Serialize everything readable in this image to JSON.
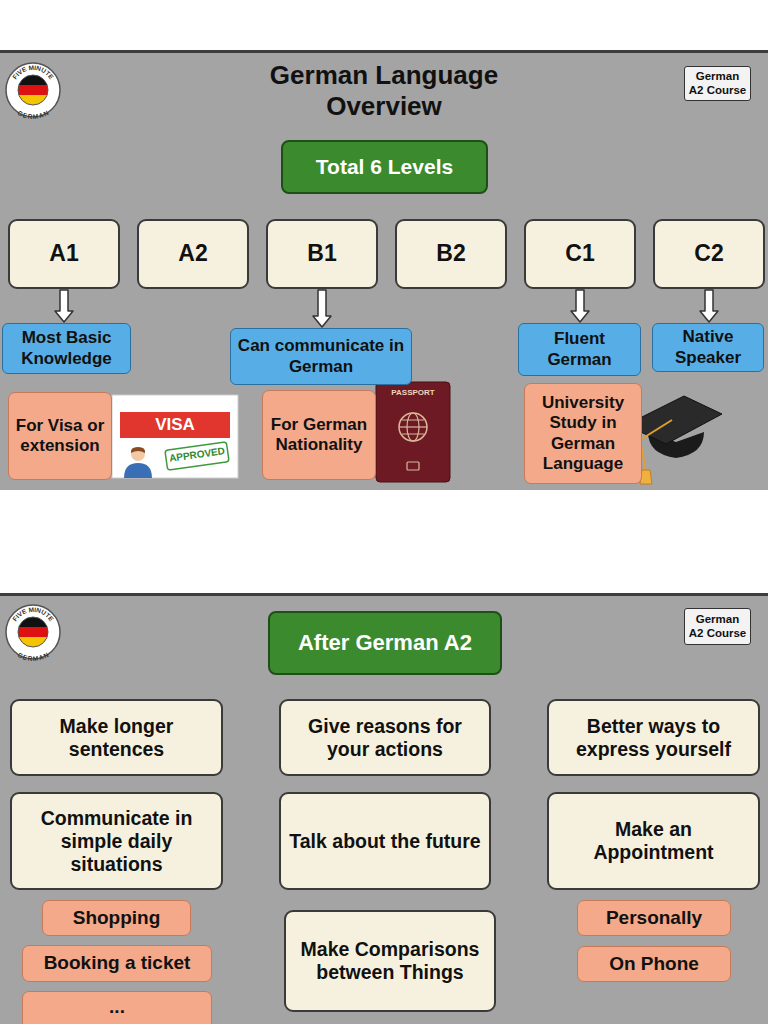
{
  "diagram": {
    "title": "German Language Overview",
    "nodes": [
      {
        "text": [
          "German A2 Course"
        ]
      },
      {
        "text": [
          "Total 6 Levels"
        ]
      },
      {
        "text": [
          "A1"
        ]
      },
      {
        "text": [
          "A2"
        ]
      },
      {
        "text": [
          "B1"
        ]
      },
      {
        "text": [
          "B2"
        ]
      },
      {
        "text": [
          "C1"
        ]
      },
      {
        "text": [
          "C2"
        ]
      },
      {
        "text": [
          "Most Basic Knowledge"
        ]
      },
      {
        "text": [
          "Can communicate in German"
        ]
      },
      {
        "text": [
          "Fluent German"
        ]
      },
      {
        "text": [
          "Native Speaker"
        ]
      },
      {
        "text": [
          "For Visa or extension"
        ]
      },
      {
        "text": [
          "For German Nationality"
        ]
      },
      {
        "text": [
          "University Study in German Language"
        ]
      },
      {
        "text": [
          "After German A2"
        ]
      },
      {
        "text": [
          "German A2 Course"
        ]
      },
      {
        "text": [
          "Make longer sentences"
        ]
      },
      {
        "text": [
          "Give reasons for your actions"
        ]
      },
      {
        "text": [
          "Better ways to express yourself"
        ]
      },
      {
        "text": [
          "Communicate in simple daily situations"
        ]
      },
      {
        "text": [
          "Talk about the future"
        ]
      },
      {
        "text": [
          "Make an Appointment"
        ]
      },
      {
        "text": [
          "Shopping"
        ]
      },
      {
        "text": [
          "Personally"
        ]
      },
      {
        "text": [
          "Booking a ticket"
        ]
      },
      {
        "text": [
          "Make Comparisons between Things"
        ]
      },
      {
        "text": [
          "On Phone"
        ]
      },
      {
        "text": [
          "..."
        ]
      }
    ],
    "edges": [
      {
        "from": 2,
        "to": 8,
        "arrow": "to"
      },
      {
        "from": 4,
        "to": 9,
        "arrow": "to"
      },
      {
        "from": 6,
        "to": 10,
        "arrow": "to"
      },
      {
        "from": 7,
        "to": 11,
        "arrow": "to"
      }
    ],
    "labels": [
      "FIVE MINUTE",
      "GERMAN",
      "VISA",
      "APPROVED",
      "PASSPORT",
      "FIVE MINUTE",
      "GERMAN"
    ]
  }
}
